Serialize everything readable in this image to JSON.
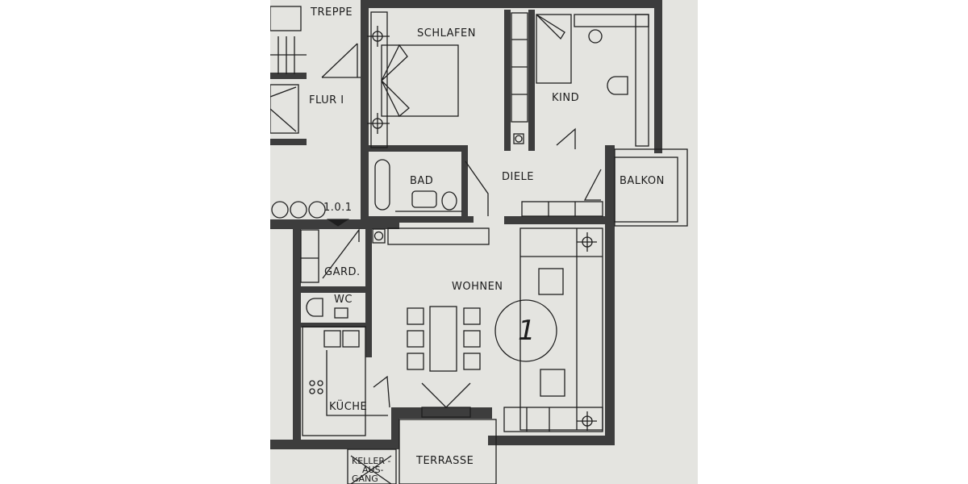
{
  "plan": {
    "type": "floor-plan",
    "background_color": "#e4e4e0",
    "wall_color": "#3a3a3a",
    "line_color": "#1e1e1e",
    "apartment_number": "1",
    "entrance_code": "1.0.1",
    "rooms": {
      "treppe": "TREPPE",
      "flur": "FLUR I",
      "schlafen": "SCHLAFEN",
      "kind": "KIND",
      "bad": "BAD",
      "diele": "DIELE",
      "balkon": "BALKON",
      "gard": "GARD.",
      "wc": "WC",
      "wohnen": "WOHNEN",
      "kueche": "KÜCHE",
      "terrasse": "TERRASSE",
      "keller_1": "KELLER -",
      "keller_2": "AUS-",
      "keller_3": "GANG"
    }
  }
}
